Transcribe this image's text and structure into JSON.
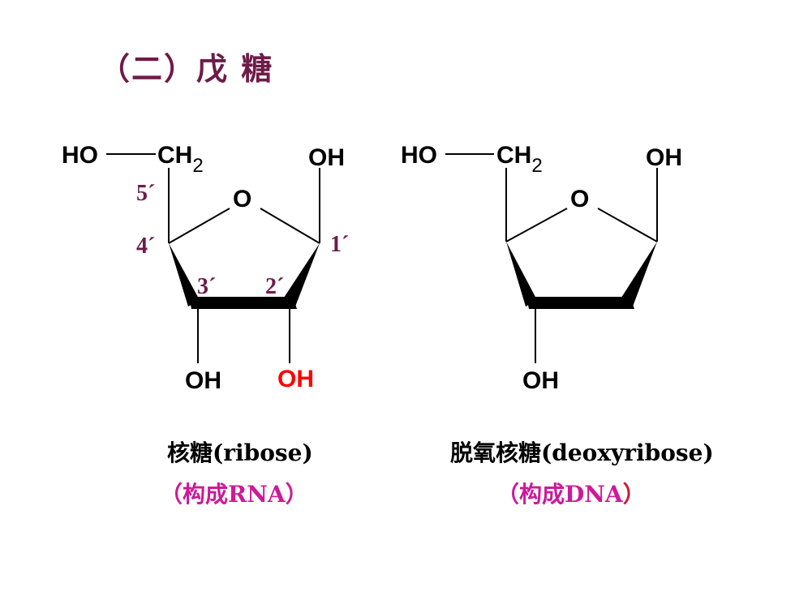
{
  "title": "（二）戊 糖",
  "colors": {
    "title": "#6e1b48",
    "numbers": "#6e1b48",
    "atoms": "#000000",
    "highlight_oh": "#ff0000",
    "paren_caption": "#cc1a99"
  },
  "ribose": {
    "ho": "HO",
    "ch2": "CH",
    "ch2_sub": "2",
    "ring_o": "O",
    "c1_oh": "OH",
    "c3_oh": "OH",
    "c2_oh": "OH",
    "n5": "5´",
    "n4": "4´",
    "n3": "3´",
    "n2": "2´",
    "n1": "1´",
    "name": "核糖(ribose)",
    "paren_open": "（",
    "paren_text": "构成RNA",
    "paren_close": "）"
  },
  "deoxyribose": {
    "ho": "HO",
    "ch2": "CH",
    "ch2_sub": "2",
    "ring_o": "O",
    "c1_oh": "OH",
    "c3_oh": "OH",
    "name": "脱氧核糖(deoxyribose)",
    "paren_open": "（",
    "paren_text": "构成DNA",
    "paren_close": "）"
  }
}
